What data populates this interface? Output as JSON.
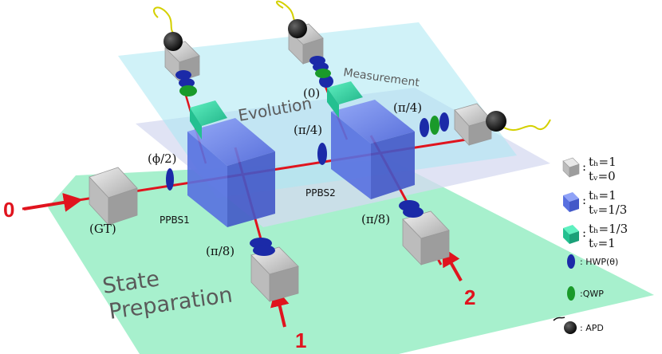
{
  "planes": {
    "state_preparation": {
      "line1": "State",
      "line2": "Preparation",
      "color": "#5fe3a4"
    },
    "evolution": {
      "label": "Evolution",
      "color": "#d6d9f0"
    },
    "measurement": {
      "label": "Measurement",
      "color": "#a9e8f2"
    }
  },
  "ports": {
    "p0": "0",
    "p1": "1",
    "p2": "2",
    "color": "#e0141e"
  },
  "labels": {
    "gt": "(GT)",
    "hwp_phi": "(ϕ/2)",
    "ppbs1": "PPBS1",
    "ppbs2": "PPBS2",
    "hwp_pi4_mid": "(π/4)",
    "hwp_pi4_right": "(π/4)",
    "hwp_zero": "(0)",
    "hwp_pi8_left": "(π/8)",
    "hwp_pi8_right": "(π/8)"
  },
  "legend": {
    "gt": {
      "prefix": ":",
      "line1": "tₕ=1",
      "line2": "tᵥ=0",
      "color": "#c8c8c8"
    },
    "ppbs": {
      "prefix": ":",
      "line1": "tₕ=1",
      "line2": "tᵥ=1/3",
      "color": "#6f86f0"
    },
    "pbs2": {
      "prefix": ":",
      "line1": "tₕ=1/3",
      "line2": "tᵥ=1",
      "color": "#34d6a6"
    },
    "hwp": {
      "text": ": HWP(θ)",
      "color": "#1b2aa8"
    },
    "qwp": {
      "text": ":QWP",
      "color": "#1a9a2a"
    },
    "apd": {
      "text": ": APD",
      "color": "#111111"
    }
  }
}
